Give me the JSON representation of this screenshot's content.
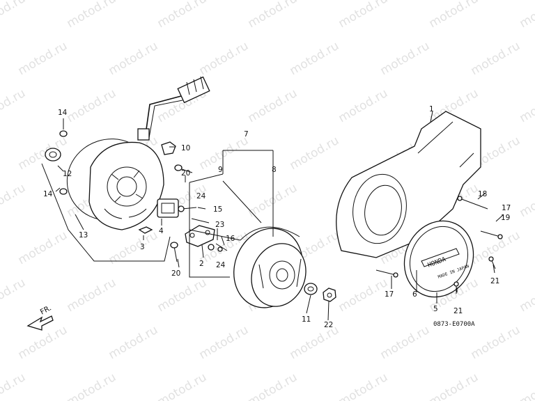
{
  "watermark": {
    "text": "motod.ru"
  },
  "diagram_code": "0873-E0700A",
  "direction_label": "FR.",
  "cover_text": {
    "emblem": "HONDA",
    "origin": "MADE IN JAPAN"
  },
  "callouts": [
    "1",
    "2",
    "3",
    "4",
    "5",
    "6",
    "7",
    "8",
    "9",
    "10",
    "11",
    "12",
    "13",
    "14",
    "14",
    "15",
    "16",
    "17",
    "17",
    "18",
    "19",
    "20",
    "20",
    "21",
    "21",
    "22",
    "23",
    "24",
    "24"
  ]
}
